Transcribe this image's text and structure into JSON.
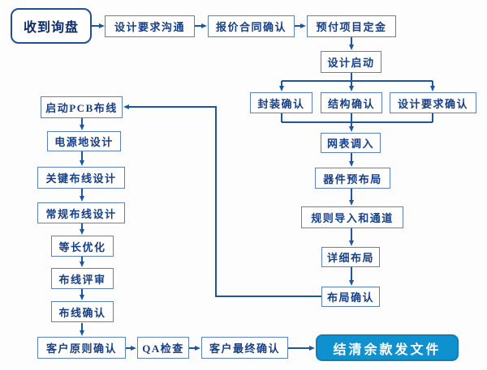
{
  "colors": {
    "background": "#fdfdfd",
    "node_border": "#5c82bd",
    "node_text": "#173f87",
    "arrow": "#1d55a0",
    "start_border": "#1d4f9b",
    "start_text": "#0b2b66",
    "end_fill": "#0f90cf",
    "end_text": "#ffffff"
  },
  "nodes": {
    "receive_inquiry": {
      "label": "收到询盘"
    },
    "design_req_comm": {
      "label": "设计要求沟通"
    },
    "quote_contract_confirm": {
      "label": "报价合同确认"
    },
    "prepay_project_deposit": {
      "label": "预付项目定金"
    },
    "design_kickoff": {
      "label": "设计启动"
    },
    "package_confirm": {
      "label": "封装确认"
    },
    "structure_confirm": {
      "label": "结构确认"
    },
    "design_req_confirm": {
      "label": "设计要求确认"
    },
    "netlist_import": {
      "label": "网表调入"
    },
    "component_prelayout": {
      "label": "器件预布局"
    },
    "rules_import_channel": {
      "label": "规则导入和通道"
    },
    "detailed_placement": {
      "label": "详细布局"
    },
    "placement_confirm": {
      "label": "布局确认"
    },
    "start_pcb_routing": {
      "label": "启动PCB布线"
    },
    "power_ground_design": {
      "label": "电源地设计"
    },
    "critical_routing_design": {
      "label": "关键布线设计"
    },
    "general_routing_design": {
      "label": "常规布线设计"
    },
    "length_matching": {
      "label": "等长优化"
    },
    "routing_review": {
      "label": "布线评审"
    },
    "routing_confirm": {
      "label": "布线确认"
    },
    "customer_principle_confirm": {
      "label": "客户原则确认"
    },
    "qa_check": {
      "label": "QA检查"
    },
    "customer_final_confirm": {
      "label": "客户最终确认"
    },
    "settle_balance_release_files": {
      "label": "结清余款发文件"
    }
  }
}
